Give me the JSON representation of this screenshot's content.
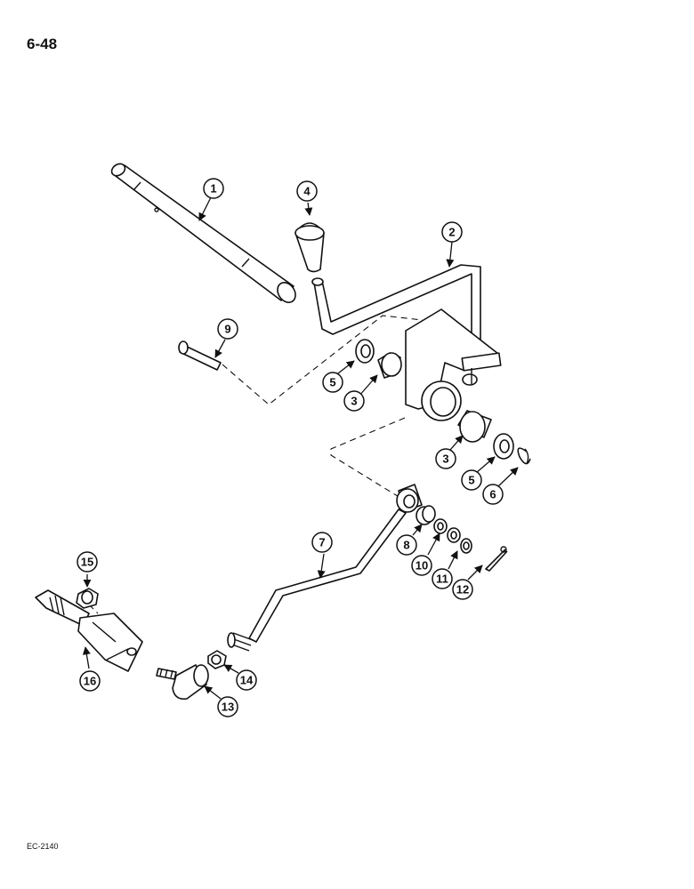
{
  "page": {
    "number": "6-48",
    "figure_code": "EC-2140"
  },
  "callouts": [
    "1",
    "2",
    "3",
    "3",
    "4",
    "5",
    "5",
    "6",
    "7",
    "8",
    "9",
    "10",
    "11",
    "12",
    "13",
    "14",
    "15",
    "16"
  ]
}
